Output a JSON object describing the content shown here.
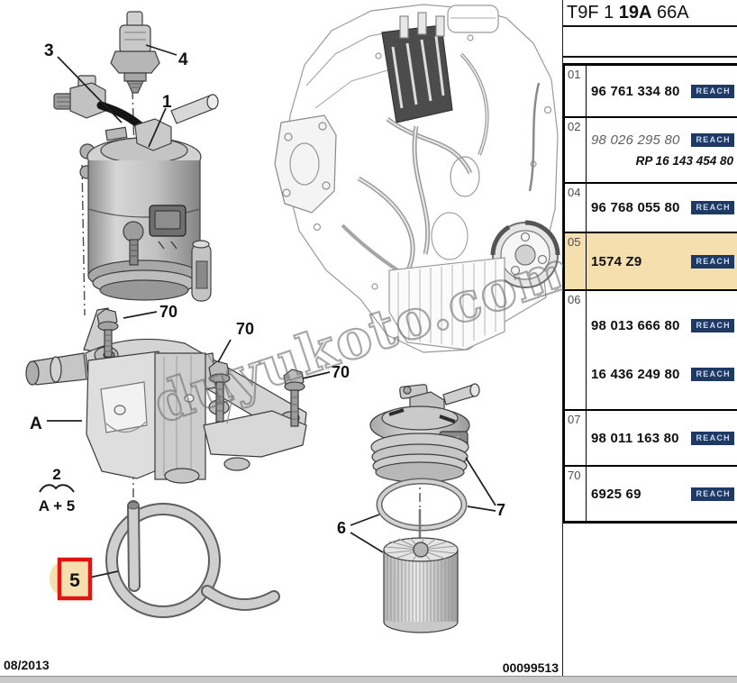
{
  "header": {
    "code_prefix": "T9F 1 ",
    "code_bold": "19A",
    "code_suffix": " 66A"
  },
  "reach_label": "REACH",
  "rows": [
    {
      "num": "01",
      "part": "96 761 334 80"
    },
    {
      "num": "02",
      "part": "98 026 295 80",
      "rp": "RP 16 143 454 80"
    },
    {
      "num": "04",
      "part": "96 768 055 80"
    },
    {
      "num": "05",
      "part": "1574 Z9",
      "highlighted": true
    },
    {
      "num": "06",
      "part": "98 013 666 80",
      "part2": "16 436 249 80"
    },
    {
      "num": "07",
      "part": "98 011 163 80"
    },
    {
      "num": "70",
      "part": "6925 69"
    }
  ],
  "footer": {
    "date": "08/2013",
    "doc_number": "00099513"
  },
  "watermark": "duyukoto.com",
  "callouts": {
    "part1": "1",
    "part3": "3",
    "part4": "4",
    "part5": "5",
    "part6": "6",
    "part7": "7",
    "bolt70": "70",
    "bracket": "A",
    "qty": "2",
    "formula": "A + 5"
  },
  "colors": {
    "highlight": "#f5dfae",
    "reach_bg": "#1e3a64",
    "reach_text": "#ccd8ee",
    "red_box": "#e11414"
  }
}
